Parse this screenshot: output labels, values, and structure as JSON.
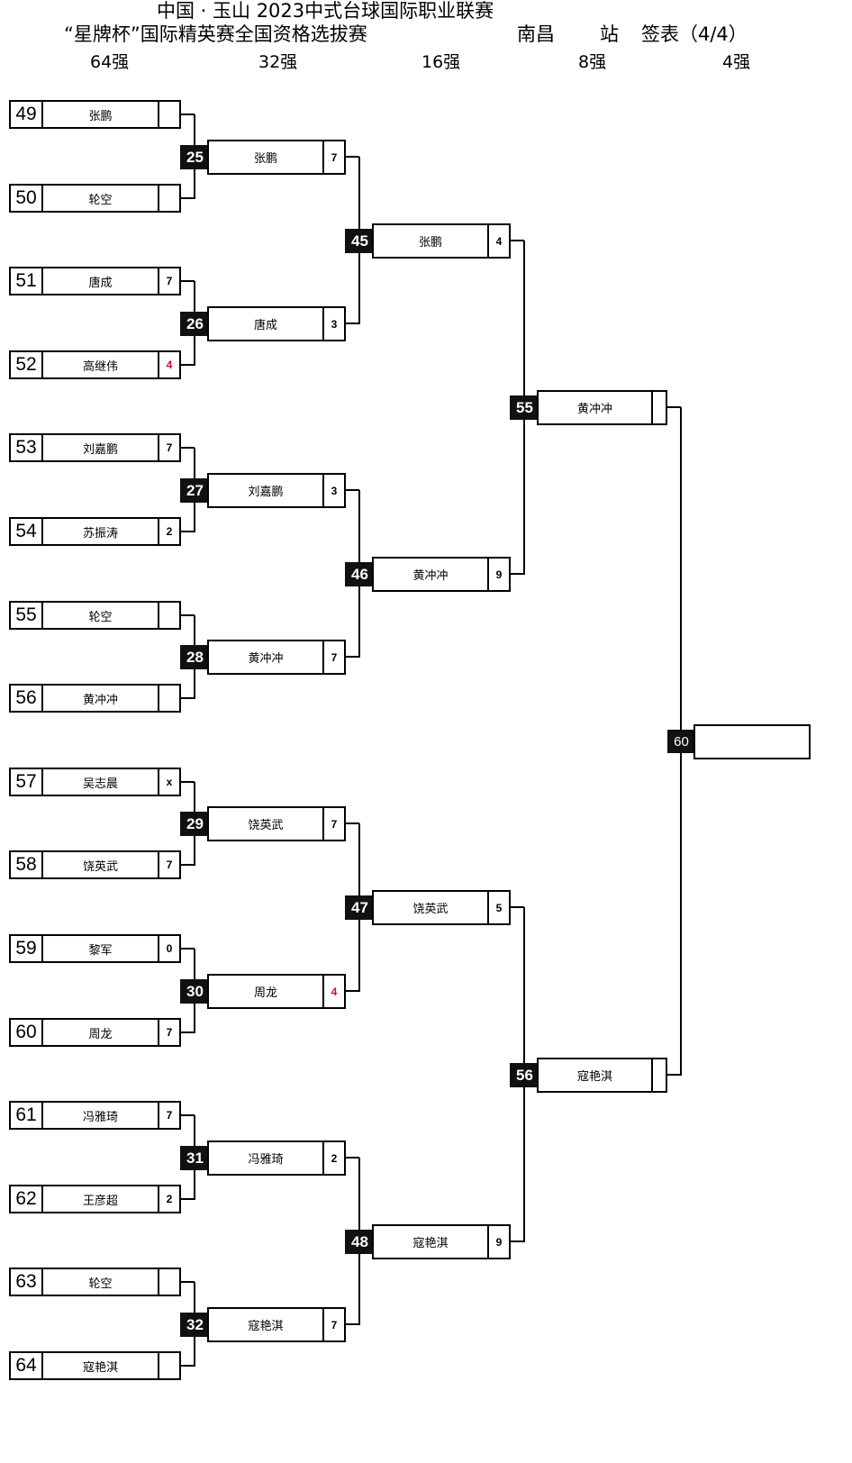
{
  "header": {
    "line1": "中国 · 玉山 2023中式台球国际职业联赛",
    "line2_left": "“星牌杯”国际精英赛全国资格选拔赛",
    "venue": "南昌",
    "station": "站",
    "draw": "签表（4/4）"
  },
  "rounds": [
    "64强",
    "32强",
    "16强",
    "8强",
    "4强"
  ],
  "r64": [
    {
      "seed": "49",
      "name": "张鹏",
      "score": ""
    },
    {
      "seed": "50",
      "name": "轮空",
      "score": ""
    },
    {
      "seed": "51",
      "name": "唐成",
      "score": "7"
    },
    {
      "seed": "52",
      "name": "高继伟",
      "score": "4",
      "red": true
    },
    {
      "seed": "53",
      "name": "刘嘉鹏",
      "score": "7"
    },
    {
      "seed": "54",
      "name": "苏振涛",
      "score": "2"
    },
    {
      "seed": "55",
      "name": "轮空",
      "score": ""
    },
    {
      "seed": "56",
      "name": "黄冲冲",
      "score": ""
    },
    {
      "seed": "57",
      "name": "吴志晨",
      "score": "x"
    },
    {
      "seed": "58",
      "name": "饶英武",
      "score": "7"
    },
    {
      "seed": "59",
      "name": "黎军",
      "score": "0"
    },
    {
      "seed": "60",
      "name": "周龙",
      "score": "7"
    },
    {
      "seed": "61",
      "name": "冯雅琦",
      "score": "7"
    },
    {
      "seed": "62",
      "name": "王彦超",
      "score": "2"
    },
    {
      "seed": "63",
      "name": "轮空",
      "score": ""
    },
    {
      "seed": "64",
      "name": "寇艳淇",
      "score": ""
    }
  ],
  "r32": [
    {
      "match": "25",
      "name": "张鹏",
      "score": "7"
    },
    {
      "match": "26",
      "name": "唐成",
      "score": "3"
    },
    {
      "match": "27",
      "name": "刘嘉鹏",
      "score": "3"
    },
    {
      "match": "28",
      "name": "黄冲冲",
      "score": "7"
    },
    {
      "match": "29",
      "name": "饶英武",
      "score": "7"
    },
    {
      "match": "30",
      "name": "周龙",
      "score": "4",
      "red": true
    },
    {
      "match": "31",
      "name": "冯雅琦",
      "score": "2"
    },
    {
      "match": "32",
      "name": "寇艳淇",
      "score": "7"
    }
  ],
  "r16": [
    {
      "match": "45",
      "name": "张鹏",
      "score": "4"
    },
    {
      "match": "46",
      "name": "黄冲冲",
      "score": "9"
    },
    {
      "match": "47",
      "name": "饶英武",
      "score": "5"
    },
    {
      "match": "48",
      "name": "寇艳淇",
      "score": "9"
    }
  ],
  "r8": [
    {
      "match": "55",
      "name": "黄冲冲",
      "score": ""
    },
    {
      "match": "56",
      "name": "寇艳淇",
      "score": ""
    }
  ],
  "r4": [
    {
      "match": "60",
      "name": ""
    }
  ]
}
